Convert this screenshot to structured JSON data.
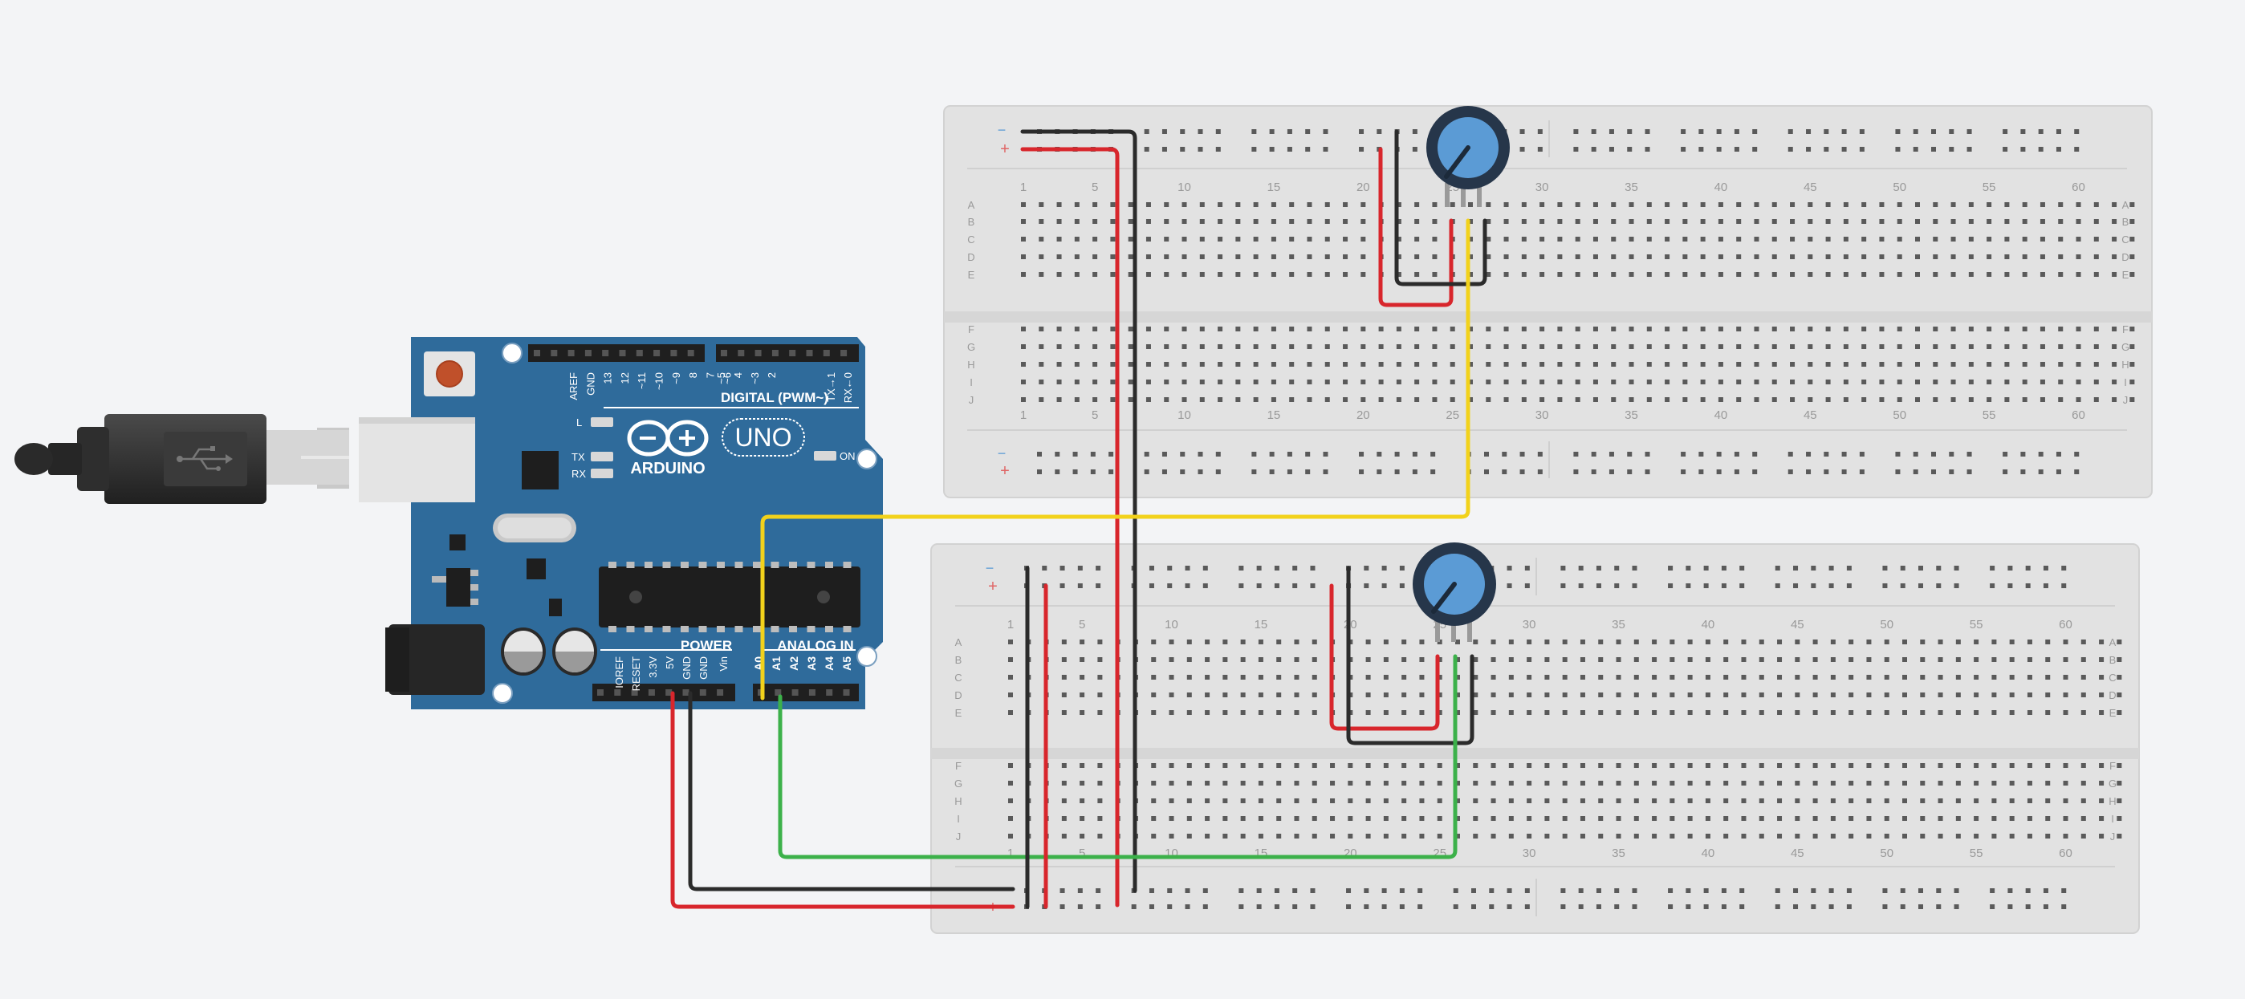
{
  "colors": {
    "background": "#f3f4f6",
    "breadboard": "#e2e2e2",
    "board_blue": "#2f6b9b",
    "wire_red": "#d8262c",
    "wire_black": "#2b2b2b",
    "wire_yellow": "#f2d21b",
    "wire_green": "#3cb14a",
    "knob_blue": "#5b9bd5"
  },
  "breadboard": {
    "row_labels": [
      "A",
      "B",
      "C",
      "D",
      "E",
      "F",
      "G",
      "H",
      "I",
      "J"
    ],
    "column_labels": [
      "1",
      "5",
      "10",
      "15",
      "20",
      "25",
      "30",
      "35",
      "40",
      "45",
      "50",
      "55",
      "60"
    ],
    "rail_minus": "−",
    "rail_plus": "+"
  },
  "arduino": {
    "brand": "ARDUINO",
    "model": "UNO",
    "digital_label": "DIGITAL (PWM~)",
    "power_label": "POWER",
    "analog_label": "ANALOG IN",
    "led_l": "L",
    "led_tx": "TX",
    "led_rx": "RX",
    "led_on": "ON",
    "digital_pins": [
      "AREF",
      "GND",
      "13",
      "12",
      "~11",
      "~10",
      "~9",
      "8",
      "7",
      "~6",
      "~5",
      "4",
      "~3",
      "2",
      "TX→1",
      "RX←0"
    ],
    "power_pins": [
      "IOREF",
      "RESET",
      "3.3V",
      "5V",
      "GND",
      "GND",
      "Vin"
    ],
    "analog_pins": [
      "A0",
      "A1",
      "A2",
      "A3",
      "A4",
      "A5"
    ]
  },
  "icons": [
    "usb-plug-icon",
    "usb-symbol-icon",
    "potentiometer-icon",
    "arduino-infinity-logo-icon"
  ]
}
